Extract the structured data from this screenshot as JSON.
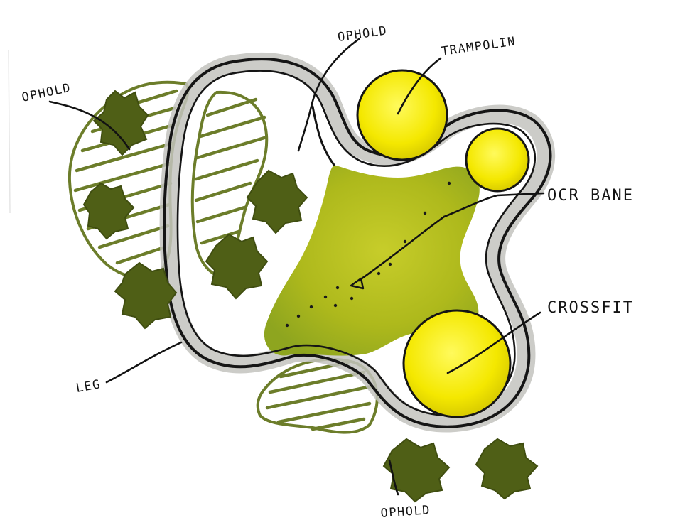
{
  "labels": {
    "opholdTopLeft": "OPHOLD",
    "opholdTop": "OPHOLD",
    "trampolin": "TRAMPOLIN",
    "ocrBane": "OCR BANE",
    "crossfit": "CROSSFIT",
    "leg": "LEG",
    "opholdBottom": "OPHOLD"
  },
  "colors": {
    "track_yellow": "#f4e800",
    "ocr_fill": "#b9c11a",
    "ocr_shade": "#8fa520",
    "tree_dark": "#4f5f16",
    "hatch_green": "#6c7d2a",
    "path_shadow": "#b9b9b4",
    "ink": "#151515",
    "paper": "#ffffff"
  }
}
